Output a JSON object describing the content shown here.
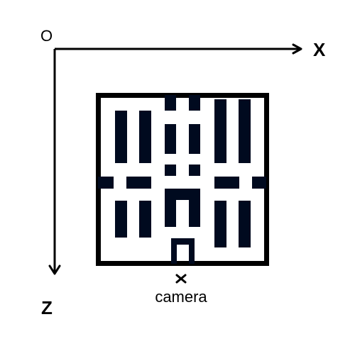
{
  "diagram": {
    "origin_label": "O",
    "x_axis_label": "X",
    "z_axis_label": "Z",
    "camera_label": "camera",
    "camera_marker": "×",
    "colors": {
      "ink": "#000000",
      "block": "#000a1f",
      "background": "#ffffff"
    }
  }
}
